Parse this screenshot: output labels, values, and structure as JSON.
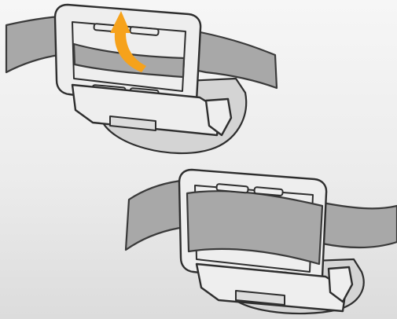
{
  "diagram": {
    "steps": [
      {
        "id": "step-1",
        "arrow": "curved-lift-arrow",
        "strap_state": "threaded-under-clip"
      },
      {
        "id": "step-2",
        "strap_state": "threaded-through-buckle"
      }
    ],
    "colors": {
      "background": "#efefef",
      "strap": "#a8a8a8",
      "strap_outline": "#3a3a3a",
      "buckle_fill": "#eeeeee",
      "buckle_outline": "#2e2e2e",
      "base": "#d4d4d4",
      "arrow": "#f6a21b"
    }
  }
}
